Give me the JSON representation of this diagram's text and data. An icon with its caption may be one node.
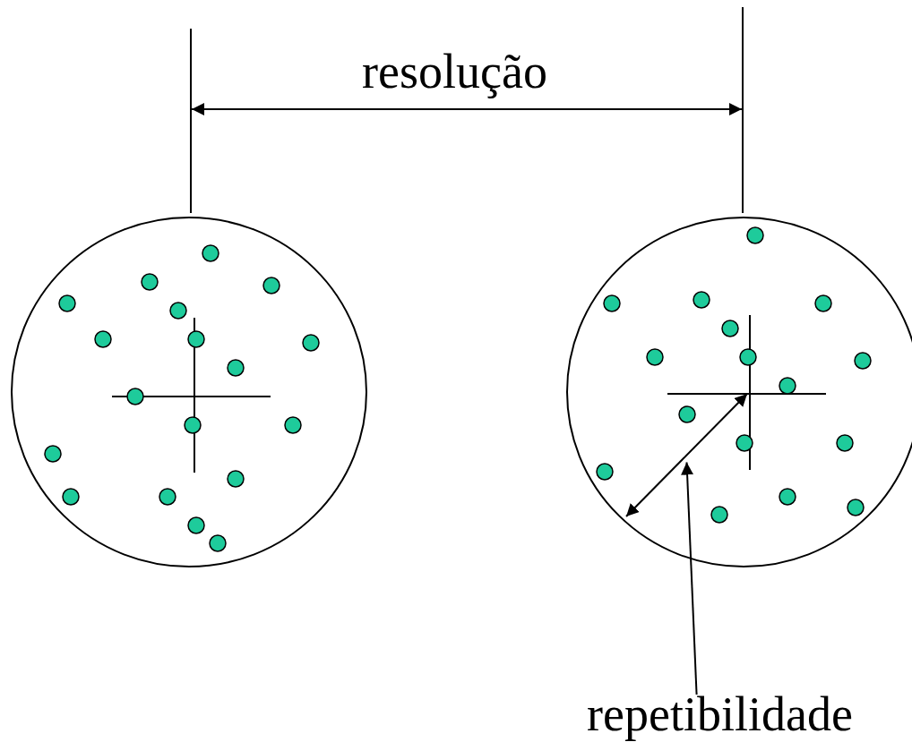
{
  "diagram": {
    "nodes": [
      {
        "text": [
          "repetibilidade"
        ]
      },
      {
        "text": [],
        "shape": "line"
      }
    ],
    "edges": [
      {
        "from": 0,
        "to": 1,
        "arrow": "to"
      }
    ],
    "labels": [
      "resolução"
    ]
  }
}
